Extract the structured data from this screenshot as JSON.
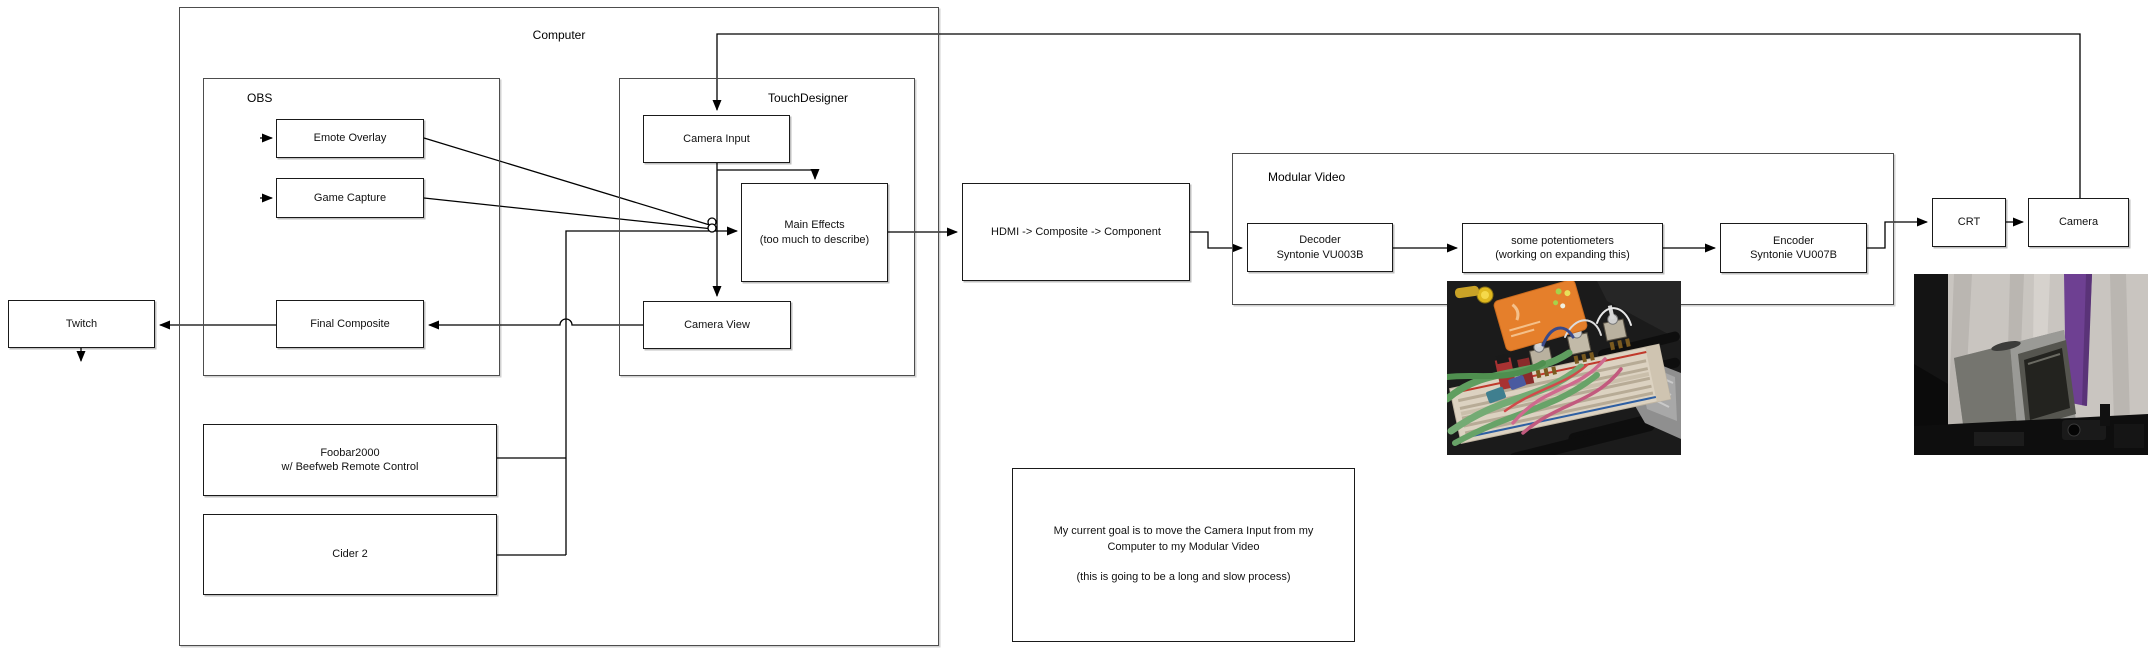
{
  "colors": {
    "line": "#000000",
    "box_border": "#1a1a1a",
    "container_border": "#4d4d4d",
    "background": "#ffffff",
    "photo_orange_device": "#e57f2b",
    "photo_purple_stripe": "#6e4092"
  },
  "containers": {
    "computer": {
      "label": "Computer"
    },
    "obs": {
      "label": "OBS"
    },
    "touchdesigner": {
      "label": "TouchDesigner"
    },
    "modular_video": {
      "label": "Modular Video"
    }
  },
  "nodes": {
    "twitch": {
      "label": "Twitch"
    },
    "emote_overlay": {
      "label": "Emote Overlay"
    },
    "game_capture": {
      "label": "Game Capture"
    },
    "final_composite": {
      "label": "Final Composite"
    },
    "camera_input": {
      "label": "Camera Input"
    },
    "main_effects": {
      "line1": "Main Effects",
      "line2": "(too much to describe)"
    },
    "camera_view": {
      "label": "Camera View"
    },
    "foobar": {
      "line1": "Foobar2000",
      "line2": "w/ Beefweb Remote Control"
    },
    "cider": {
      "label": "Cider 2"
    },
    "hdmi": {
      "label": "HDMI -> Composite -> Component"
    },
    "decoder": {
      "line1": "Decoder",
      "line2": "Syntonie VU003B"
    },
    "potentiometers": {
      "line1": "some potentiometers",
      "line2": "(working on expanding this)"
    },
    "encoder": {
      "line1": "Encoder",
      "line2": "Syntonie VU007B"
    },
    "crt": {
      "label": "CRT"
    },
    "camera": {
      "label": "Camera"
    }
  },
  "note": {
    "line1": "My current goal is to move the Camera Input from my",
    "line2": "Computer to my Modular Video",
    "line3": "(this is going to be a long and slow process)"
  },
  "photos": {
    "breadboard": "breadboard with potentiometers and patch cables",
    "crt": "CRT television in front of cloth backdrop with camera"
  }
}
